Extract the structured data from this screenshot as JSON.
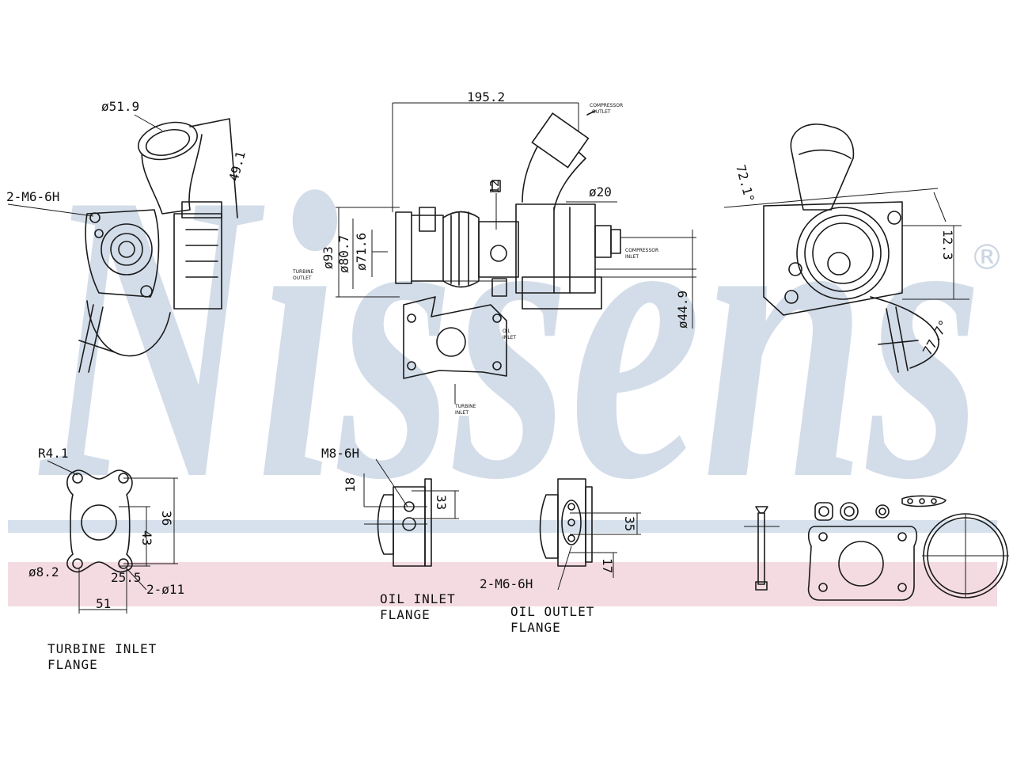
{
  "brand": {
    "watermark": "Nissens",
    "registered_mark": "®",
    "watermark_color": "#d3dde9",
    "band_blue": "#d6e1ed",
    "band_pink": "#f4dbe2"
  },
  "dimensions": {
    "d51_9": "ø51.9",
    "d49_1": "49.1",
    "m6_left": "2-M6-6H",
    "len_195_2": "195.2",
    "d20": "ø20",
    "d93": "ø93",
    "d80_7": "ø80.7",
    "d71_6": "ø71.6",
    "d44_9": "ø44.9",
    "d12": "12",
    "ang_72_1": "72.1°",
    "d12_3": "12.3",
    "ang_77_7": "77.7°",
    "r4_1": "R4.1",
    "d36": "36",
    "d43": "43",
    "d8_2": "ø8.2",
    "d25_5": "25.5",
    "d2_11": "2-ø11",
    "d51": "51",
    "m8": "M8-6H",
    "d18": "18",
    "d33": "33",
    "d35": "35",
    "d17": "17",
    "m6_oil": "2-M6-6H"
  },
  "captions": {
    "turbine_line1": "TURBINE INLET",
    "turbine_line2": "FLANGE",
    "oil_inlet_line1": "OIL INLET",
    "oil_inlet_line2": "FLANGE",
    "oil_outlet_line1": "OIL OUTLET",
    "oil_outlet_line2": "FLANGE"
  }
}
